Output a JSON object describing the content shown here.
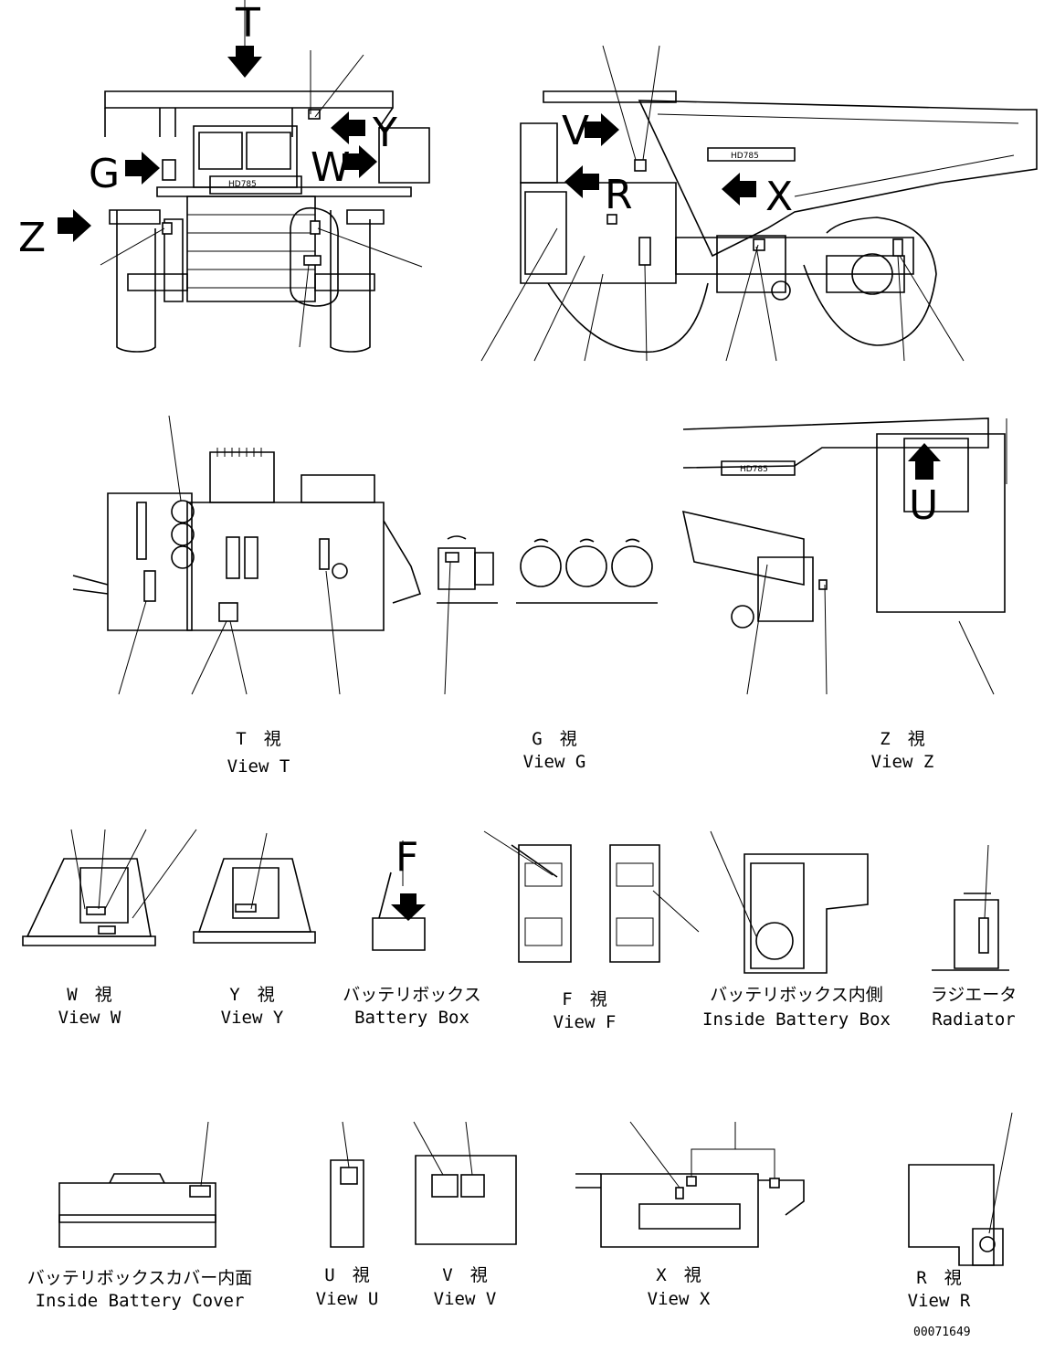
{
  "arrow_labels": {
    "T": "T",
    "G": "G",
    "Z": "Z",
    "W": "W",
    "Y": "Y",
    "V": "V",
    "R": "R",
    "X": "X",
    "U": "U",
    "F": "F"
  },
  "machine_model": "HD785",
  "views": {
    "t": {
      "jp": "T　視",
      "en": "View T"
    },
    "g": {
      "jp": "G　視",
      "en": "View G"
    },
    "z": {
      "jp": "Z　視",
      "en": "View Z"
    },
    "w": {
      "jp": "W　視",
      "en": "View W"
    },
    "y": {
      "jp": "Y　視",
      "en": "View Y"
    },
    "battery_box": {
      "jp": "バッテリボックス",
      "en": "Battery Box"
    },
    "f": {
      "jp": "F　視",
      "en": "View F"
    },
    "inside_battery_box": {
      "jp": "バッテリボックス内側",
      "en": "Inside Battery Box"
    },
    "radiator": {
      "jp": "ラジエータ",
      "en": "Radiator"
    },
    "inside_battery_cover": {
      "jp": "バッテリボックスカバー内面",
      "en": "Inside Battery Cover"
    },
    "u": {
      "jp": "U　視",
      "en": "View U"
    },
    "v": {
      "jp": "V　視",
      "en": "View V"
    },
    "x": {
      "jp": "X　視",
      "en": "View X"
    },
    "r": {
      "jp": "R　視",
      "en": "View R"
    }
  },
  "drawing_number": "00071649"
}
